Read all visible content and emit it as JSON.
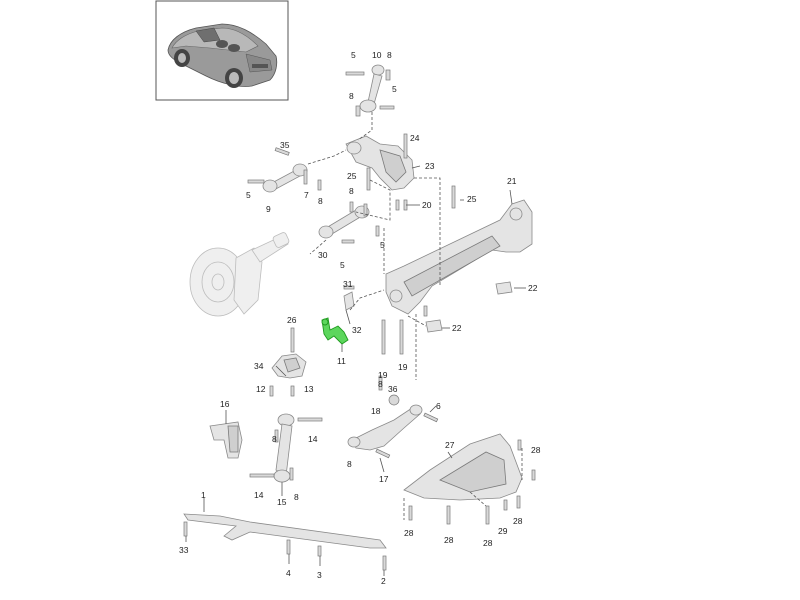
{
  "diagram": {
    "highlight_color": "#5cd65c",
    "highlighted_part": "11",
    "thumbnail": {
      "icon": "porsche-911-convertible-thumbnail"
    },
    "callouts": [
      {
        "id": "c1",
        "label": "1"
      },
      {
        "id": "c2",
        "label": "2"
      },
      {
        "id": "c3",
        "label": "3"
      },
      {
        "id": "c4",
        "label": "4"
      },
      {
        "id": "c5a",
        "label": "5"
      },
      {
        "id": "c5b",
        "label": "5"
      },
      {
        "id": "c5c",
        "label": "5"
      },
      {
        "id": "c5d",
        "label": "5"
      },
      {
        "id": "c5e",
        "label": "5"
      },
      {
        "id": "c6",
        "label": "6"
      },
      {
        "id": "c7",
        "label": "7"
      },
      {
        "id": "c8a",
        "label": "8"
      },
      {
        "id": "c8b",
        "label": "8"
      },
      {
        "id": "c8c",
        "label": "8"
      },
      {
        "id": "c8d",
        "label": "8"
      },
      {
        "id": "c8e",
        "label": "8"
      },
      {
        "id": "c8f",
        "label": "8"
      },
      {
        "id": "c8g",
        "label": "8"
      },
      {
        "id": "c8h",
        "label": "8"
      },
      {
        "id": "c9",
        "label": "9"
      },
      {
        "id": "c10",
        "label": "10"
      },
      {
        "id": "c11",
        "label": "11"
      },
      {
        "id": "c12",
        "label": "12"
      },
      {
        "id": "c13",
        "label": "13"
      },
      {
        "id": "c14a",
        "label": "14"
      },
      {
        "id": "c14b",
        "label": "14"
      },
      {
        "id": "c15",
        "label": "15"
      },
      {
        "id": "c16",
        "label": "16"
      },
      {
        "id": "c17",
        "label": "17"
      },
      {
        "id": "c18",
        "label": "18"
      },
      {
        "id": "c19a",
        "label": "19"
      },
      {
        "id": "c19b",
        "label": "19"
      },
      {
        "id": "c20",
        "label": "20"
      },
      {
        "id": "c21",
        "label": "21"
      },
      {
        "id": "c22a",
        "label": "22"
      },
      {
        "id": "c22b",
        "label": "22"
      },
      {
        "id": "c23",
        "label": "23"
      },
      {
        "id": "c24",
        "label": "24"
      },
      {
        "id": "c25a",
        "label": "25"
      },
      {
        "id": "c25b",
        "label": "25"
      },
      {
        "id": "c26",
        "label": "26"
      },
      {
        "id": "c27",
        "label": "27"
      },
      {
        "id": "c28a",
        "label": "28"
      },
      {
        "id": "c28b",
        "label": "28"
      },
      {
        "id": "c28c",
        "label": "28"
      },
      {
        "id": "c28d",
        "label": "28"
      },
      {
        "id": "c28e",
        "label": "28"
      },
      {
        "id": "c29",
        "label": "29"
      },
      {
        "id": "c30",
        "label": "30"
      },
      {
        "id": "c31",
        "label": "31"
      },
      {
        "id": "c32",
        "label": "32"
      },
      {
        "id": "c33",
        "label": "33"
      },
      {
        "id": "c34",
        "label": "34"
      },
      {
        "id": "c35",
        "label": "35"
      },
      {
        "id": "c36",
        "label": "36"
      }
    ]
  }
}
